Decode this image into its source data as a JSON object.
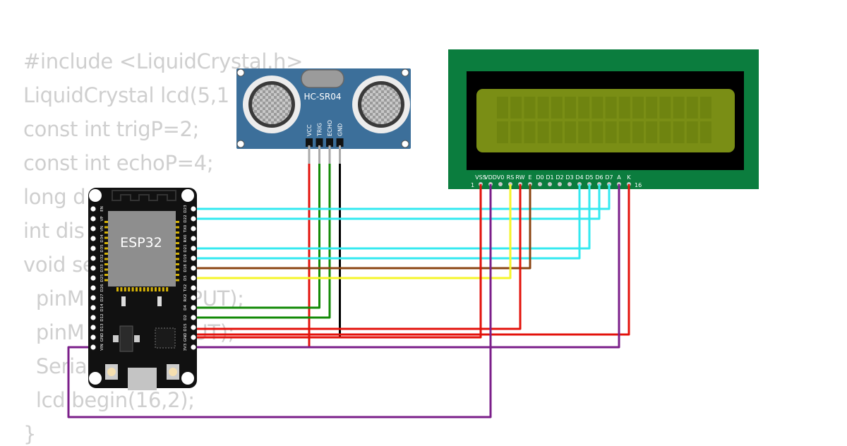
{
  "code": {
    "lines": [
      "#include <LiquidCrystal.h>",
      "LiquidCrystal lcd(5,1",
      "const int trigP=2;",
      "const int echoP=4;",
      "long d",
      "int dis",
      "void se",
      "  pinM          OUTPUT);",
      "  pinM          , INPUT);",
      "  Seria         00);",
      "  lcd.begin(16,2);",
      "}"
    ]
  },
  "sensor": {
    "label": "HC-SR04",
    "pins": [
      "VCC",
      "TRIG",
      "ECHO",
      "GND"
    ]
  },
  "mcu": {
    "label": "ESP32",
    "left_pins": [
      "EN",
      "VP",
      "VN",
      "D34",
      "D35",
      "D32",
      "D33",
      "D25",
      "D26",
      "D27",
      "D14",
      "D12",
      "D13",
      "GND",
      "VIN"
    ],
    "right_pins": [
      "D23",
      "D22",
      "TX0",
      "RX0",
      "D21",
      "D19",
      "D18",
      "D5",
      "TX2",
      "RX2",
      "D4",
      "D2",
      "D15",
      "GND",
      "3V3"
    ]
  },
  "lcd": {
    "pins": [
      "VSS",
      "VDD",
      "V0",
      "RS",
      "RW",
      "E",
      "D0",
      "D1",
      "D2",
      "D3",
      "D4",
      "D5",
      "D6",
      "D7",
      "A",
      "K"
    ],
    "pin_first": "1",
    "pin_last": "16",
    "pcb_color": "#0b7d3e",
    "screen_color": "#7a8e15"
  },
  "wire_colors": {
    "red": "#e3120b",
    "green": "#138a07",
    "black": "#000000",
    "cyan": "#33e9f0",
    "brown": "#8b4513",
    "yellow": "#f5f52a",
    "purple": "#7b1f8a"
  }
}
